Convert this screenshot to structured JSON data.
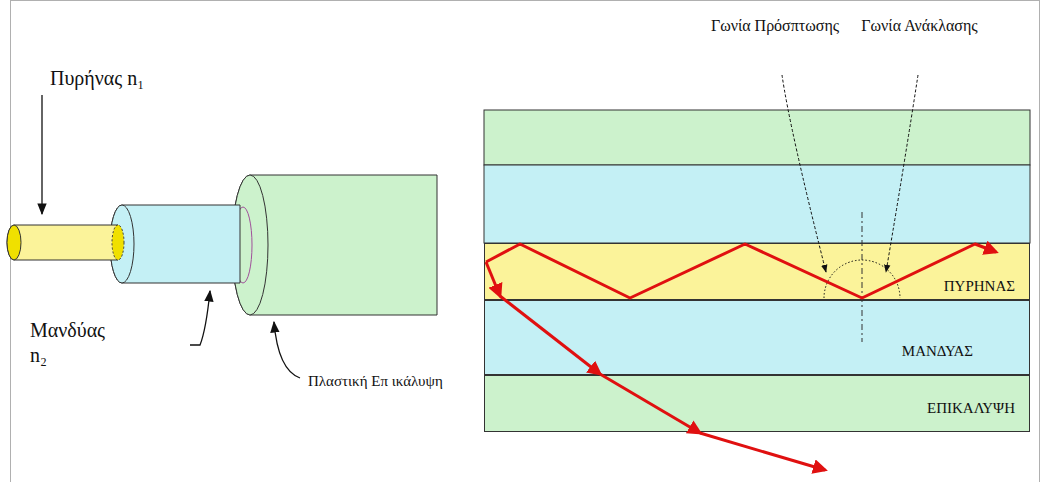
{
  "diagram": {
    "nodes": [
      {
        "text": [
          "ΠΥΡΗΝΑΣ"
        ]
      },
      {
        "text": [
          "ΜΑΝΔΥΑΣ"
        ]
      },
      {
        "text": [
          "ΕΠΙΚΑΛΥΨΗ"
        ]
      }
    ],
    "labels": [
      "Πυρήνας n₁",
      "Μανδύας n₂",
      "Πλαστική Επ ικάλυψη",
      "Γωνία Πρόσπτωσης",
      "Γωνία Ανάκλασης"
    ]
  }
}
